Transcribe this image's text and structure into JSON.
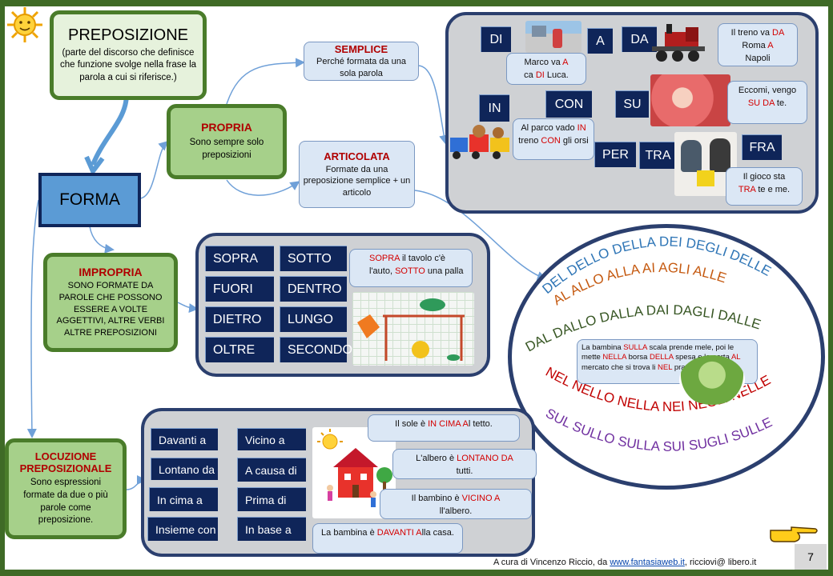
{
  "colors": {
    "frame": "#3f6a26",
    "navy": "#0f2559",
    "red": "#b00000",
    "green_border": "#4a7c2a"
  },
  "preposizione": {
    "title": "PREPOSIZIONE",
    "desc": "(parte del discorso che definisce che funzione svolge nella frase la parola a cui si riferisce.)"
  },
  "forma": {
    "label": "FORMA"
  },
  "propria": {
    "title": "PROPRIA",
    "desc": "Sono sempre solo preposizioni"
  },
  "semplice": {
    "title": "SEMPLICE",
    "desc": "Perché formata da una sola parola"
  },
  "articolata": {
    "title": "ARTICOLATA",
    "desc": "Formate da una preposizione semplice + un articolo"
  },
  "impropria": {
    "title": "IMPROPRIA",
    "desc": "SONO FORMATE DA PAROLE CHE POSSONO ESSERE A VOLTE AGGETTIVI, ALTRE VERBI ALTRE PREPOSIZIONI"
  },
  "locuzione": {
    "title": "LOCUZIONE PREPOSIZIONALE",
    "desc": "Sono espressioni formate da due o più parole come preposizione."
  },
  "simple_preps": [
    "DI",
    "A",
    "DA",
    "IN",
    "CON",
    "SU",
    "PER",
    "TRA",
    "FRA"
  ],
  "simple_examples": {
    "marco": [
      "Marco va ",
      "A",
      " ca ",
      "DI",
      " Luca."
    ],
    "treno": [
      "Il treno va ",
      "DA",
      " Roma ",
      "A",
      " Napoli"
    ],
    "eccomi": [
      "Eccomi, vengo ",
      "SU",
      " ",
      "DA",
      " te."
    ],
    "parco": [
      "Al parco vado ",
      "IN",
      " treno ",
      "CON",
      " gli orsi"
    ],
    "gioco": [
      "Il gioco sta ",
      "TRA",
      " te e me."
    ]
  },
  "improper_preps": [
    "SOPRA",
    "SOTTO",
    "FUORI",
    "DENTRO",
    "DIETRO",
    "LUNGO",
    "OLTRE",
    "SECONDO"
  ],
  "improper_example": [
    "SOPRA",
    " il tavolo c'è l'auto, ",
    "SOTTO",
    " una palla"
  ],
  "articulated_rows": [
    [
      "DEL",
      "DELLO",
      "DELLA",
      "DEI",
      "DEGLI",
      "DELLE"
    ],
    [
      "AL",
      "ALLO",
      "ALLA",
      "AI",
      "AGLI",
      "ALLE"
    ],
    [
      "DAL",
      "DALLO",
      "DALLA",
      "DAI",
      "DAGLI",
      "DALLE"
    ],
    [
      "NEL",
      "NELLO",
      "NELLA",
      "NEI",
      "NEGLI",
      "NELLE"
    ],
    [
      "SUL",
      "SULLO",
      "SULLA",
      "SUI",
      "SUGLI",
      "SULLE"
    ]
  ],
  "articulated_example": [
    "La bambina ",
    "SULLA",
    " scala prende mele, poi le mette ",
    "NELLA",
    " borsa ",
    "DELLA",
    " spesa e le porta ",
    "AL",
    " mercato che si trova li ",
    "NEL",
    " prato."
  ],
  "locuzioni": [
    "Davanti a",
    "Vicino a",
    "Lontano da",
    "A causa di",
    "In cima a",
    "Prima di",
    "Insieme con",
    "In base a"
  ],
  "locuzione_examples": {
    "sole": [
      "Il sole è ",
      "IN CIMA A",
      "l tetto."
    ],
    "albero": [
      "L'albero è ",
      "LONTANO  DA",
      " tutti."
    ],
    "bambino": [
      "Il bambino è ",
      "VICINO A",
      "ll'albero."
    ],
    "bambina": [
      "La bambina è ",
      "DAVANTI A",
      "lla casa."
    ]
  },
  "footer": {
    "credit_prefix": "A cura di Vincenzo Riccio, da ",
    "link": "www.fantasiaweb.it",
    "credit_suffix": ", ricciovi@ libero.it",
    "page": "7"
  },
  "icons": [
    "sun-icon",
    "pointing-hand-icon"
  ]
}
